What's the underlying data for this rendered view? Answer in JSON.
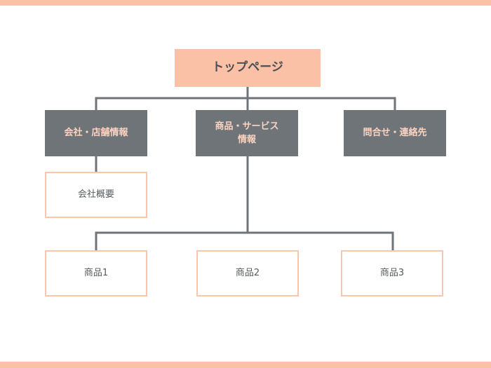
{
  "sitemap": {
    "root": {
      "label": "トップページ"
    },
    "sections": [
      {
        "label": "会社・店舗情報"
      },
      {
        "label": "商品・サービス\n情報"
      },
      {
        "label": "問合せ・連絡先"
      }
    ],
    "company_children": [
      {
        "label": "会社概要"
      }
    ],
    "product_children": [
      {
        "label": "商品1"
      },
      {
        "label": "商品2"
      },
      {
        "label": "商品3"
      }
    ]
  },
  "colors": {
    "accent_peach": "#fbc1a6",
    "node_gray": "#6e7478",
    "section_text": "#fbd3c1",
    "leaf_border": "#f9c7b0",
    "connector": "#6e7478"
  }
}
